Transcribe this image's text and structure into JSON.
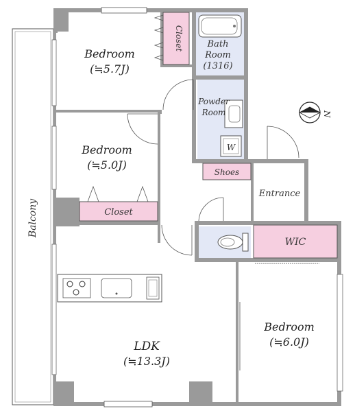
{
  "rooms": {
    "bedroom_top": {
      "name": "Bedroom",
      "size": "(≒5.7J)"
    },
    "bedroom_mid": {
      "name": "Bedroom",
      "size": "(≒5.0J)"
    },
    "bedroom_right": {
      "name": "Bedroom",
      "size": "(≒6.0J)"
    },
    "ldk": {
      "name": "LDK",
      "size": "(≒13.3J)"
    },
    "bath": {
      "line1": "Bath",
      "line2": "Room",
      "line3": "(1316)"
    },
    "powder": {
      "line1": "Powder",
      "line2": "Room"
    },
    "closet_top": "Closet",
    "closet_mid": "Closet",
    "shoes": "Shoes",
    "entrance": "Entrance",
    "wic": "WIC",
    "balcony": "Balcony",
    "washer": "W"
  },
  "compass": {
    "label": "N"
  },
  "colors": {
    "storage": "#f6cfe0",
    "wet_area": "#e3e8f6",
    "wall": "#9a9a9a"
  }
}
